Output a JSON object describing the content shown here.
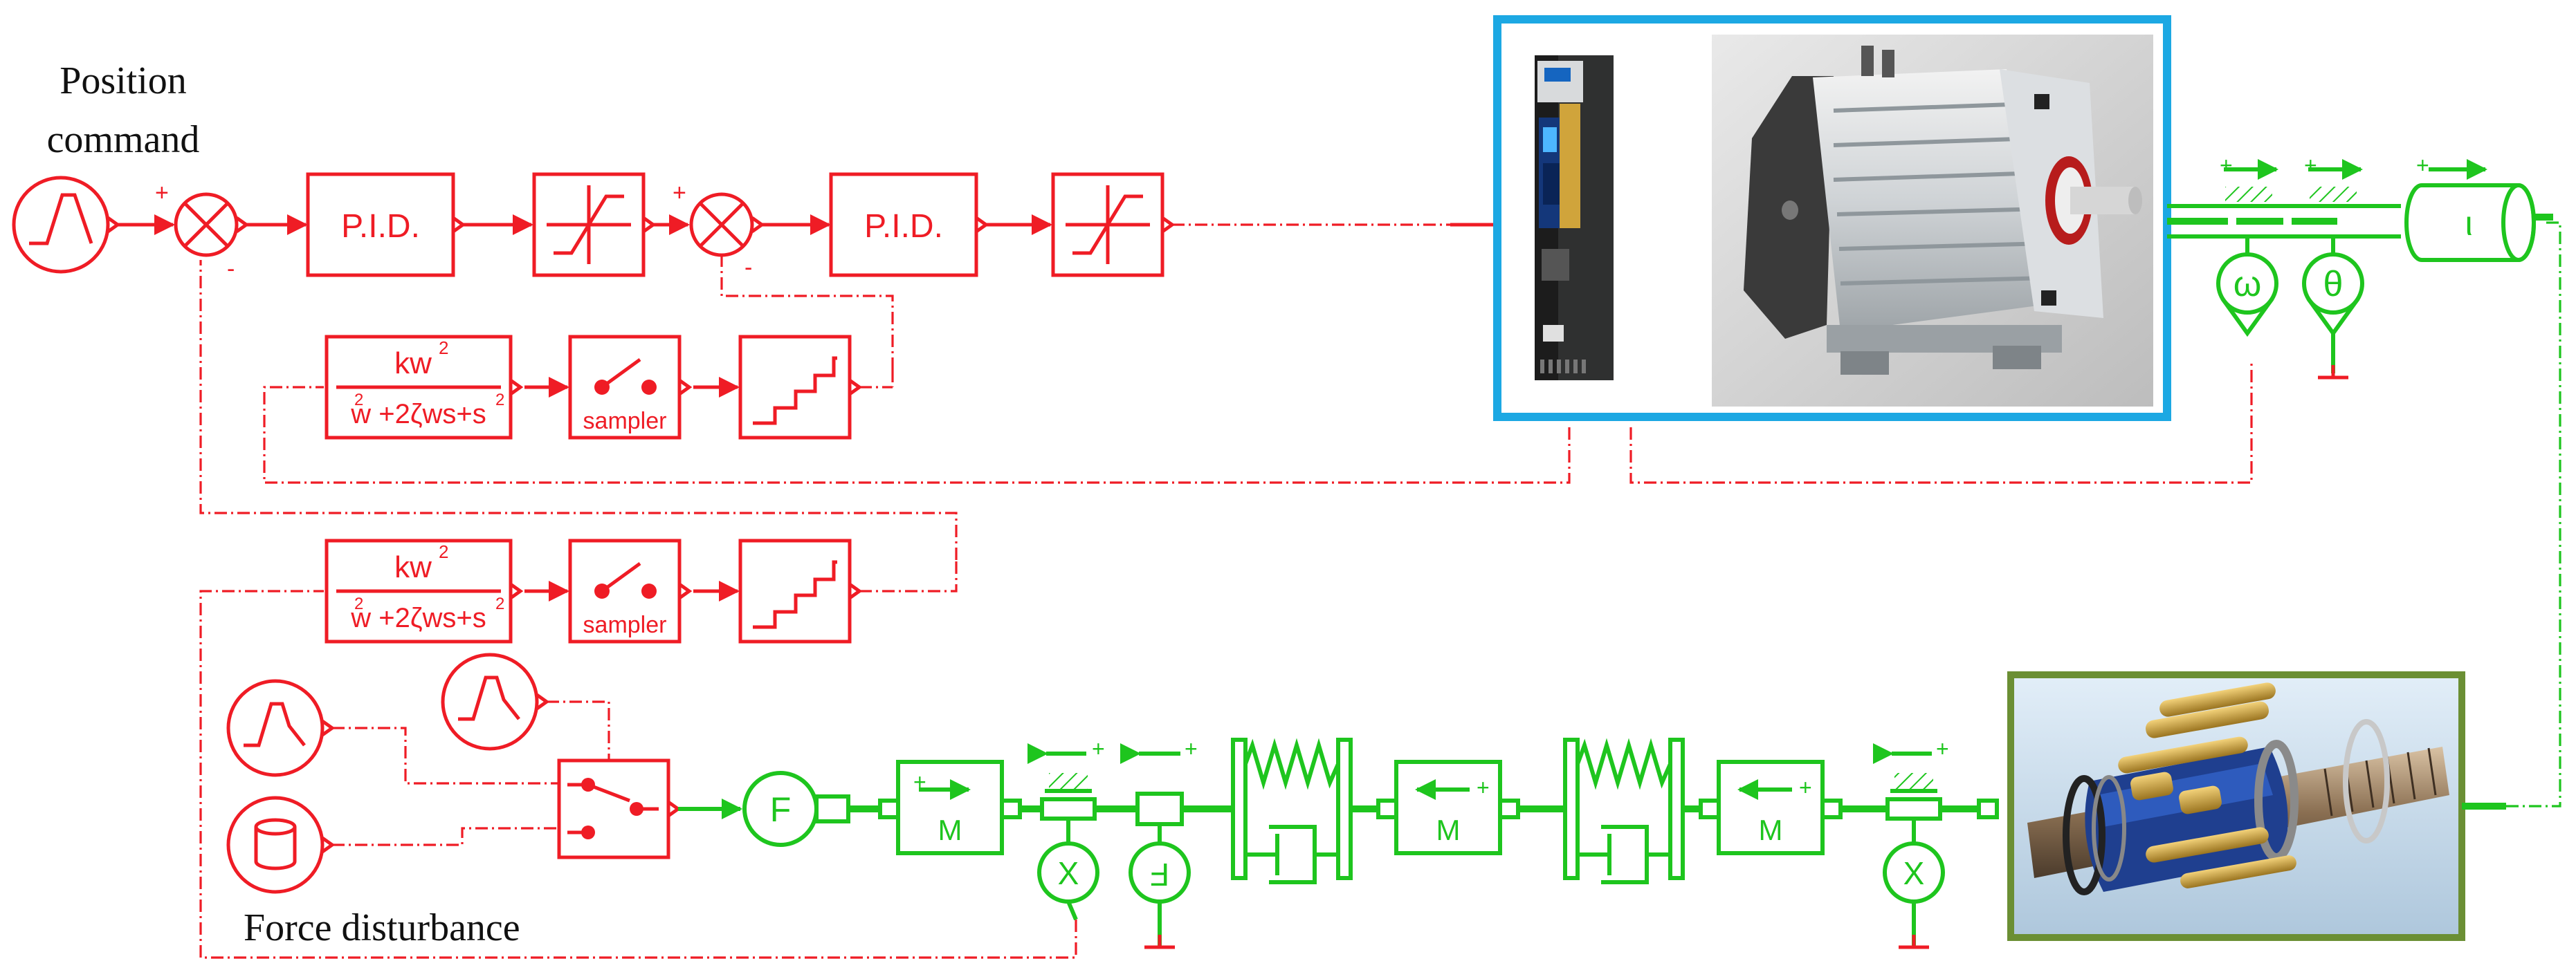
{
  "labels": {
    "position_command_line1": "Position",
    "position_command_line2": "command",
    "force_disturbance": "Force disturbance",
    "pid": "P.I.D.",
    "filter_num": "kw",
    "filter_den": "w +2ζws+s",
    "superscript_2": "2",
    "sampler": "sampler",
    "plus": "+",
    "minus": "-",
    "mass": "M",
    "omega": "ω",
    "theta": "θ",
    "position_x": "X",
    "force_f": "F",
    "inertia_i": "ι"
  },
  "colors": {
    "control": "#ef1c25",
    "mechanical": "#1ec51e",
    "drive_frame": "#1ca8e3",
    "screw_frame": "#6b8f34"
  }
}
